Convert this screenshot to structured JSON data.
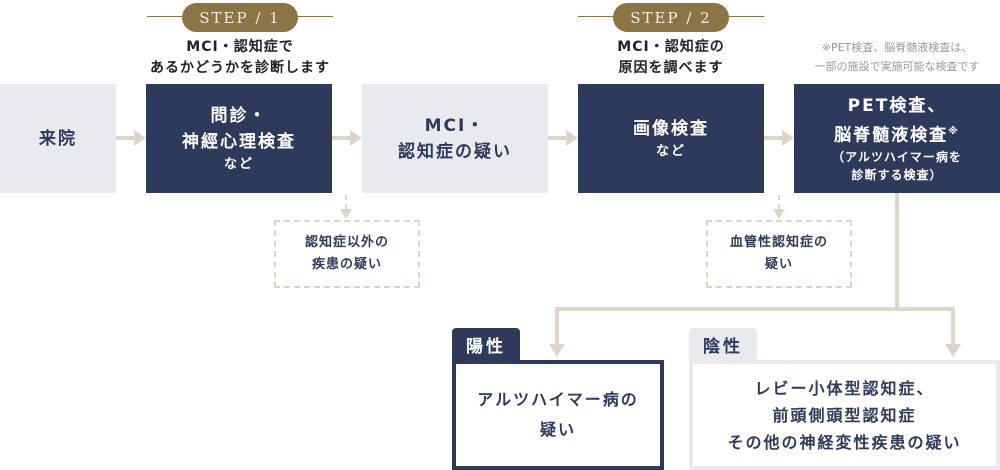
{
  "step1": {
    "badge": "STEP / 1",
    "caption": [
      "MCI・認知症で",
      "あるかどうかを診断します"
    ]
  },
  "step2": {
    "badge": "STEP / 2",
    "caption": [
      "MCI・認知症の",
      "原因を調べます"
    ]
  },
  "note": [
    "※PET検査、脳脊髄液検査は、",
    "一部の施設で実施可能な検査です"
  ],
  "boxes": {
    "visit": "来院",
    "interview": [
      "問診・",
      "神經心理検査",
      "など"
    ],
    "suspect": [
      "MCI・",
      "認知症の疑い"
    ],
    "imaging": [
      "画像検査",
      "など"
    ],
    "pet": [
      "PET検査、",
      "脳脊髄液検査",
      "※",
      "（アルツハイマー病を",
      "診断する検査）"
    ]
  },
  "side": {
    "other": [
      "認知症以外の",
      "疾患の疑い"
    ],
    "vascular": [
      "血管性認知症の",
      "疑い"
    ]
  },
  "positive": {
    "tab": "陽性",
    "text": [
      "アルツハイマー病の",
      "疑い"
    ]
  },
  "negative": {
    "tab": "陰性",
    "text": [
      "レビー小体型認知症、",
      "前頭側頭型認知症",
      "その他の神経変性疾患の疑い"
    ]
  },
  "colors": {
    "navy": "#2e3a5c",
    "gray": "#e9eaee",
    "beige": "#ddd5c8",
    "gold": "#8c7445"
  }
}
